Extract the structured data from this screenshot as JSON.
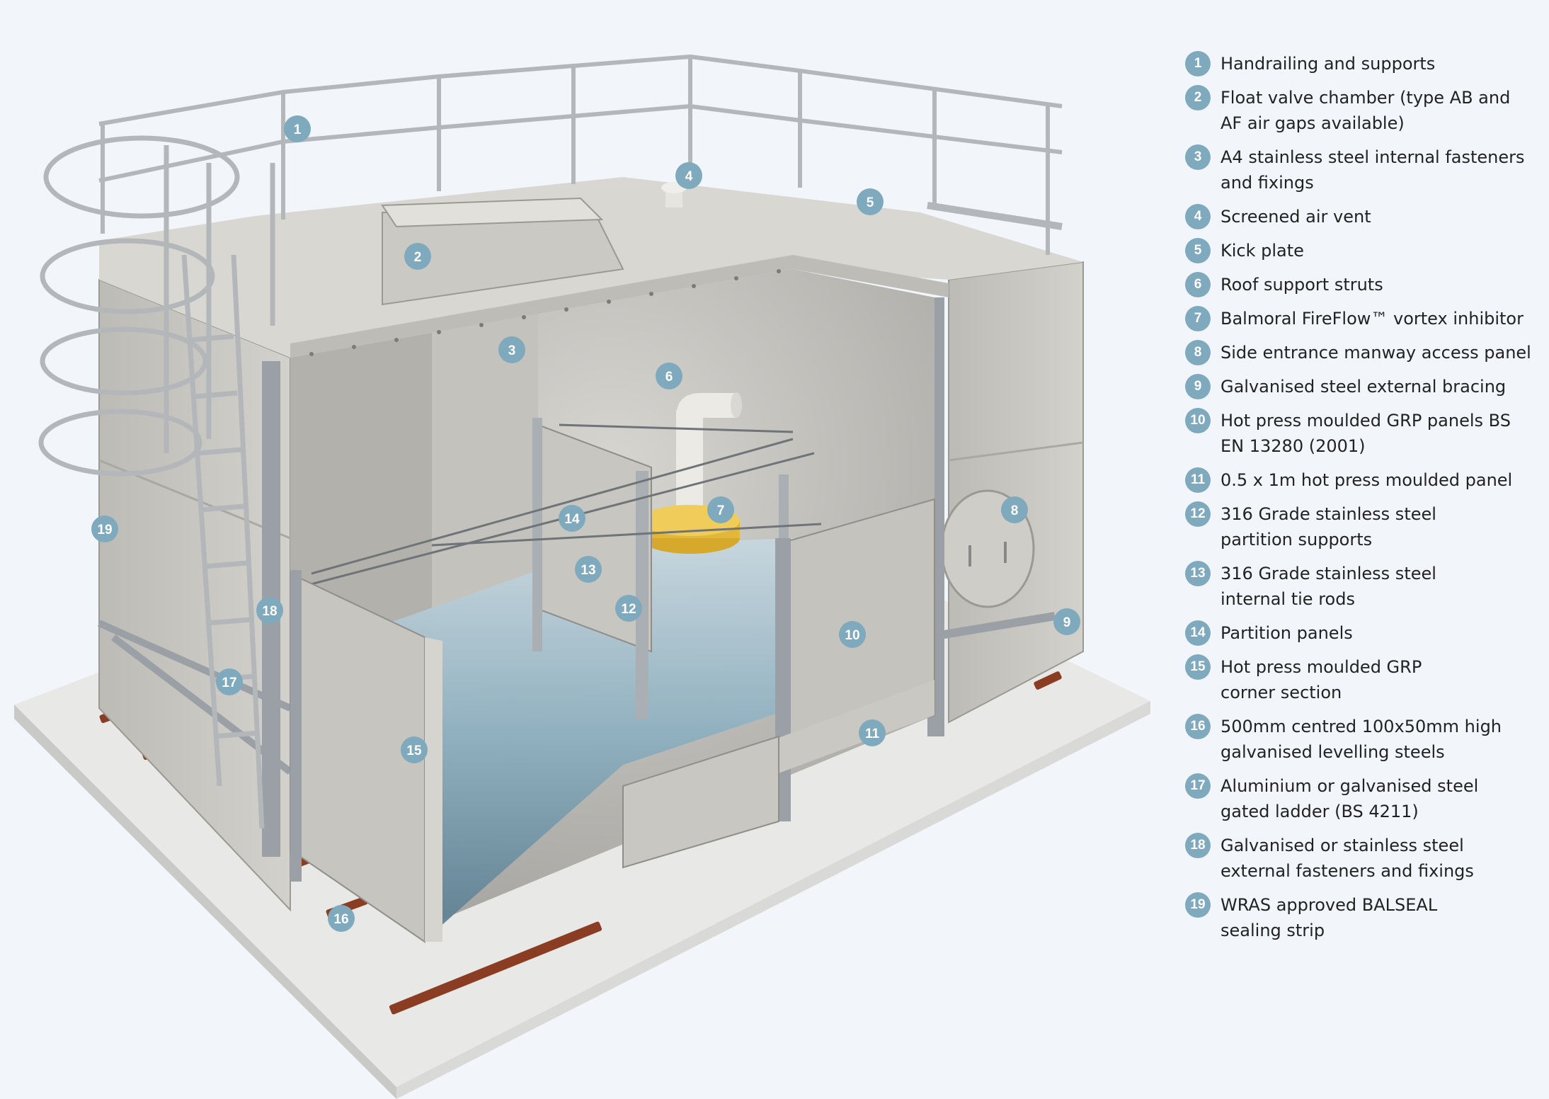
{
  "items": [
    {
      "number": "1",
      "label": "Handrailing and supports"
    },
    {
      "number": "2",
      "label": "Float valve chamber (type AB and\nAF air gaps available)"
    },
    {
      "number": "3",
      "label": "A4 stainless steel internal fasteners\nand fixings"
    },
    {
      "number": "4",
      "label": "Screened air vent"
    },
    {
      "number": "5",
      "label": "Kick plate"
    },
    {
      "number": "6",
      "label": "Roof support struts"
    },
    {
      "number": "7",
      "label": "Balmoral FireFlow™ vortex inhibitor"
    },
    {
      "number": "8",
      "label": "Side entrance manway access panel"
    },
    {
      "number": "9",
      "label": "Galvanised steel external bracing"
    },
    {
      "number": "10",
      "label": "Hot press moulded GRP panels BS\nEN 13280 (2001)"
    },
    {
      "number": "11",
      "label": "0.5 x 1m hot press moulded panel"
    },
    {
      "number": "12",
      "label": "316 Grade stainless steel\npartition supports"
    },
    {
      "number": "13",
      "label": "316 Grade stainless steel\ninternal tie rods"
    },
    {
      "number": "14",
      "label": "Partition panels"
    },
    {
      "number": "15",
      "label": "Hot press moulded GRP\ncorner section"
    },
    {
      "number": "16",
      "label": "500mm centred 100x50mm high\ngalvanised levelling steels"
    },
    {
      "number": "17",
      "label": "Aluminium or galvanised steel\ngated ladder (BS 4211)"
    },
    {
      "number": "18",
      "label": "Galvanised or stainless steel\nexternal fasteners and fixings"
    },
    {
      "number": "19",
      "label": "WRAS approved BALSEAL\nsealing strip"
    }
  ],
  "colors": {
    "badge": "#7fa9bc",
    "panel": "#c9c7c1",
    "frame": "#aab0b5",
    "water": "#a9c3cf",
    "steel_base": "#8a3d22",
    "vortex_inhibitor": "#e2b83a"
  }
}
